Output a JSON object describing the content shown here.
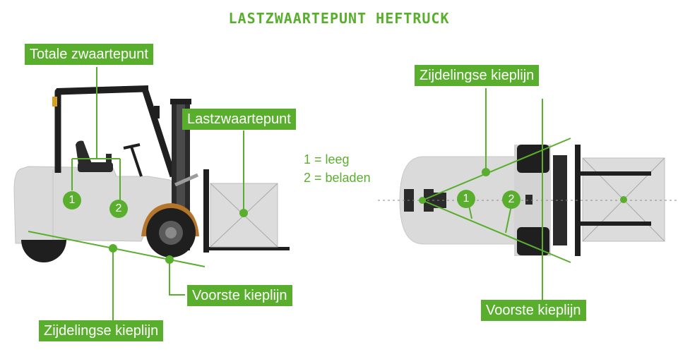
{
  "title": "LASTZWAARTEPUNT HEFTRUCK",
  "labels": {
    "total_cog": "Totale zwaartepunt",
    "load_cog": "Lastzwaartepunt",
    "side_tip_left": "Zijdelingse kieplijn",
    "front_tip_left": "Voorste kieplijn",
    "side_tip_right": "Zijdelingse kieplijn",
    "front_tip_right": "Voorste kieplijn"
  },
  "legend": {
    "empty": "1 = leeg",
    "loaded": "2 = beladen"
  },
  "markers": {
    "one": "1",
    "two": "2"
  },
  "colors": {
    "accent": "#5aae2e",
    "truck_body": "#d9d9d9",
    "frame": "#1f1f1f"
  }
}
